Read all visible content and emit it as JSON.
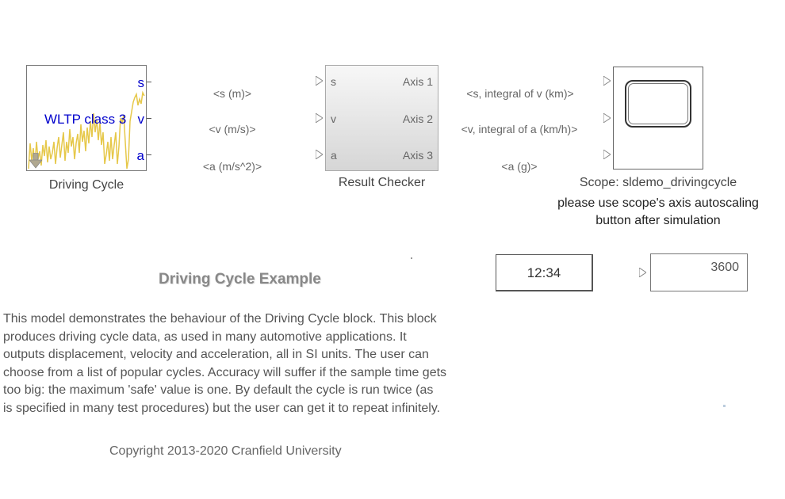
{
  "diagram": {
    "driving_cycle": {
      "label": "Driving Cycle",
      "inner_text": "WLTP class 3",
      "ports": [
        "s",
        "v",
        "a"
      ],
      "trace_color": "#e6c84a",
      "port_color": "#0000cc"
    },
    "signals_in": [
      "<s (m)>",
      "<v (m/s)>",
      "<a (m/s^2)>"
    ],
    "result_checker": {
      "label": "Result Checker",
      "in_ports": [
        "s",
        "v",
        "a"
      ],
      "out_ports": [
        "Axis 1",
        "Axis 2",
        "Axis 3"
      ]
    },
    "signals_out": [
      "<s, integral of v (km)>",
      "<v, integral of a (km/h)>",
      "<a (g)>"
    ],
    "scope": {
      "label": "Scope: sldemo_drivingcycle",
      "note_line1": "please use scope's axis autoscaling",
      "note_line2": "button after simulation"
    },
    "clock": {
      "value": "12:34"
    },
    "display": {
      "value": "3600"
    },
    "title": "Driving Cycle Example",
    "description": "This model demonstrates the behaviour of the Driving Cycle block.  This block\nproduces driving cycle data, as used in many automotive applications.  It\noutputs displacement, velocity and acceleration, all in SI units.  The user can\nchoose from a list of popular cycles. Accuracy will suffer if the sample time gets\ntoo big: the maximum 'safe' value is one.  By default the cycle is run twice (as\nis specified in many test procedures) but the user can get it to repeat infinitely.",
    "copyright": "Copyright 2013-2020 Cranfield University"
  }
}
